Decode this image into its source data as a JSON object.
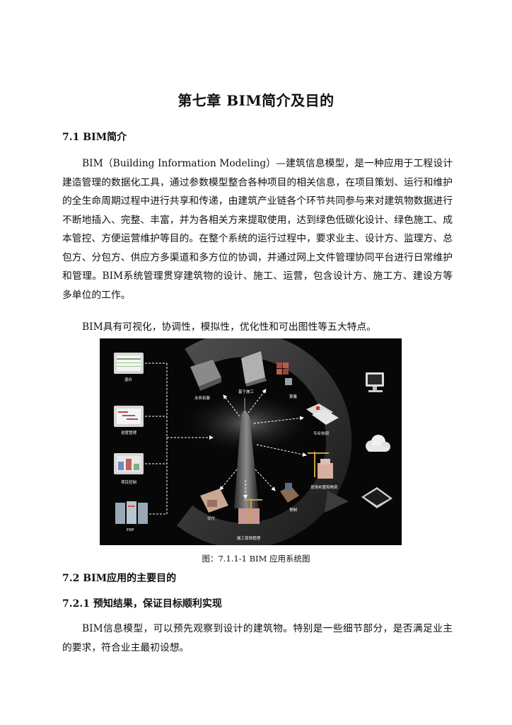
{
  "chapter_title": "第七章 BIM简介及目的",
  "section_7_1": {
    "title": "7.1 BIM简介"
  },
  "paragraphs": {
    "intro": "BIM（Building Information Modeling）—建筑信息模型，是一种应用于工程设计建造管理的数据化工具，通过参数模型整合各种项目的相关信息，在项目策划、运行和维护的全生命周期过程中进行共享和传递，由建筑产业链各个环节共同参与来对建筑物数据进行不断地插入、完整、丰富，并为各相关方来提取使用，达到绿色低碳化设计、绿色施工、成本管控、方便运营维护等目的。在整个系统的运行过程中，要求业主、设计方、监理方、总包方、分包方、供应方多渠道和多方位的协调，并通过网上文件管理协同平台进行日常维护和管理。BIM系统管理贯穿建筑物的设计、施工、运营，包含设计方、施工方、建设方等多单位的工作。",
    "features": "BIM具有可视化，协调性，模拟性，优化性和可出图性等五大特点。",
    "preview": "BIM信息模型，可以预先观察到设计的建筑物。特别是一些细节部分，是否满足业主的要求，符合业主最初设想。"
  },
  "figure": {
    "caption": "图：7.1.1-1 BIM 应用系统图",
    "left_labels": [
      "造价",
      "进度管理",
      "项目控制",
      "ERP"
    ],
    "ring_labels": [
      "业务拓展",
      "基于施工",
      "算量",
      "专业协调",
      "现场布置和物资",
      "预制",
      "施工现场管理",
      "交付"
    ]
  },
  "section_7_2": {
    "title": "7.2 BIM应用的主要目的"
  },
  "section_7_2_1": {
    "title": "7.2.1 预知结果，保证目标顺利实现"
  },
  "colors": {
    "figure_background": "#070707",
    "arrow": "#ffffff",
    "ring": "#3a3a3a"
  }
}
